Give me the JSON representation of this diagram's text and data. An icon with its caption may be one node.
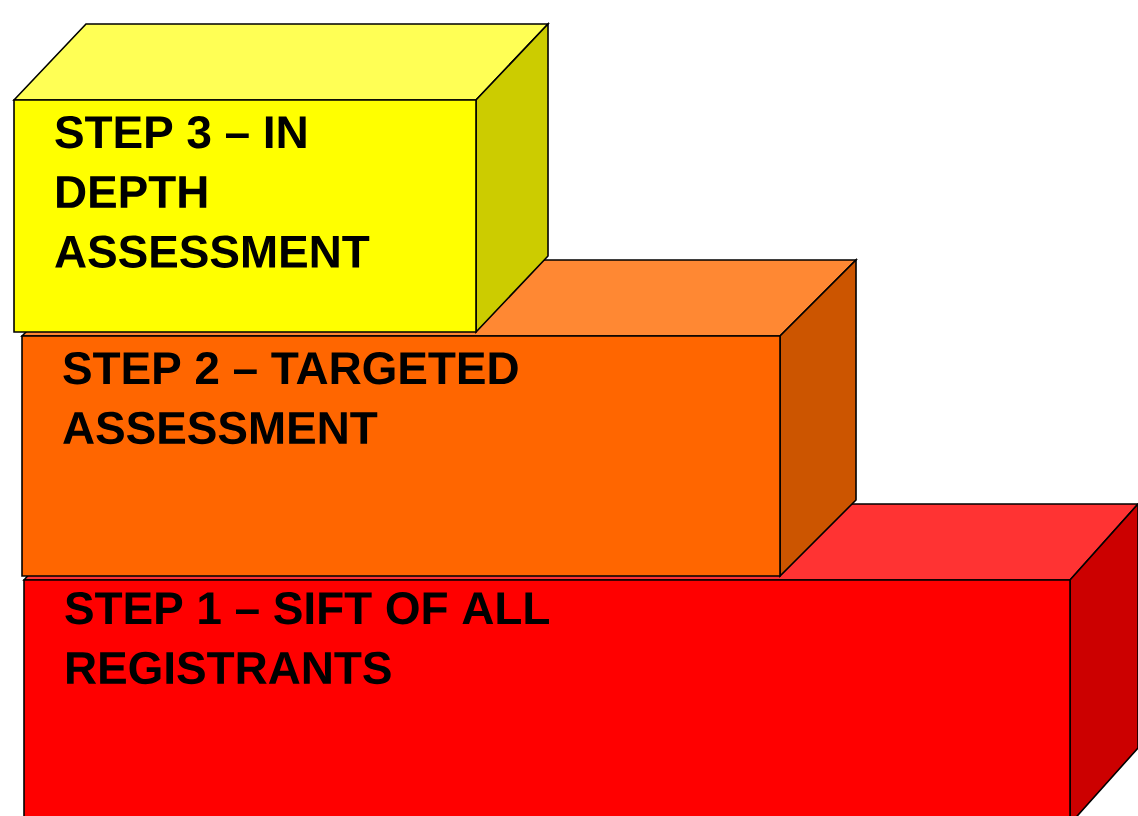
{
  "diagram": {
    "nodes": [
      {
        "text": [
          "STEP 3 – IN DEPTH ASSESSMENT"
        ]
      },
      {
        "text": [
          "STEP 2 – TARGETED ASSESSMENT"
        ]
      },
      {
        "text": [
          "STEP 1 – SIFT OF ALL REGISTRANTS"
        ]
      }
    ]
  }
}
